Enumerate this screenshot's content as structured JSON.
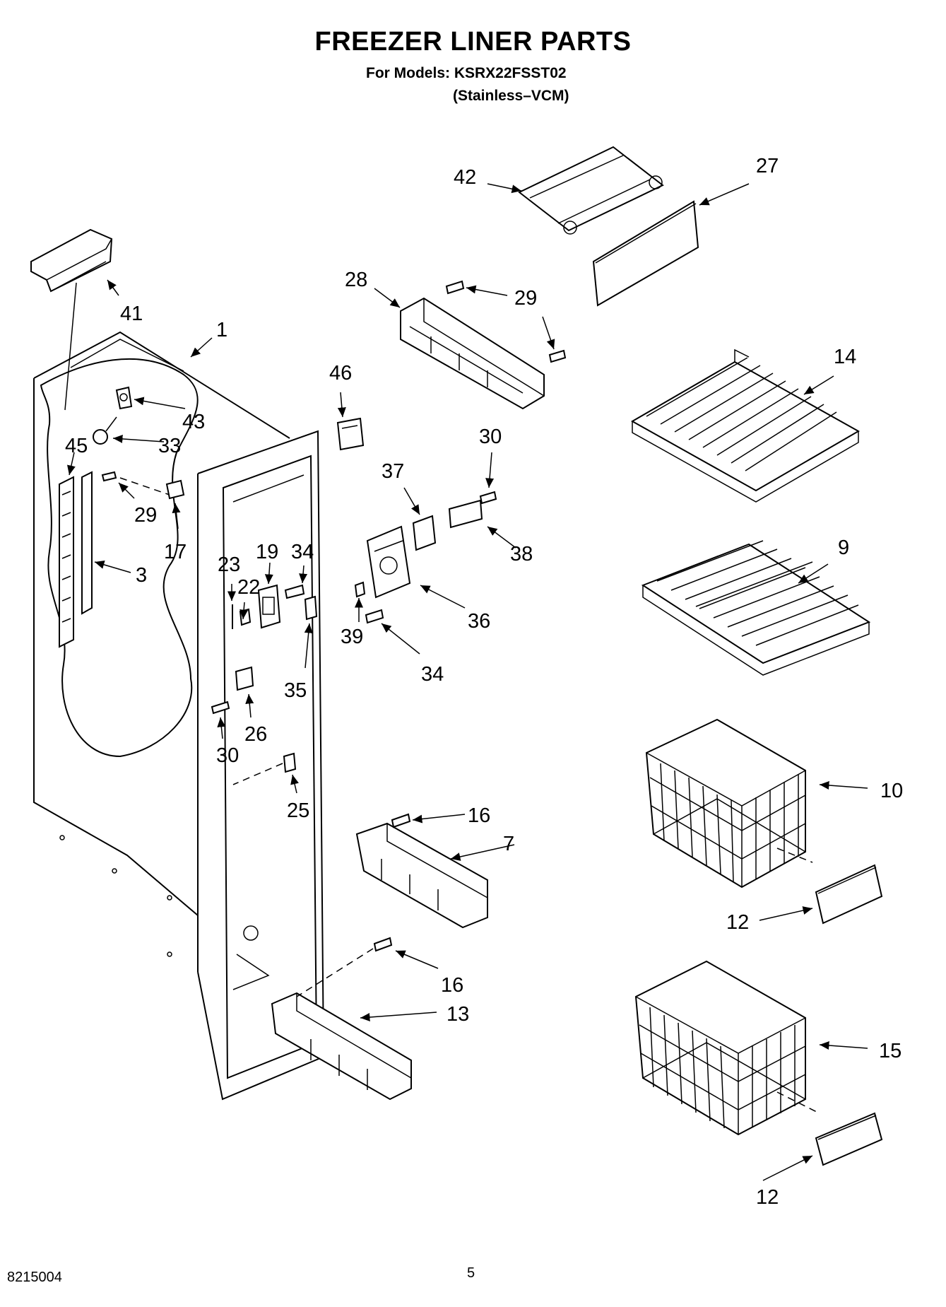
{
  "header": {
    "title": "FREEZER LINER PARTS",
    "models": "For Models: KSRX22FSST02",
    "variant": "(Stainless–VCM)"
  },
  "footer": {
    "doc_number": "8215004",
    "page_number": "5"
  },
  "callouts": [
    {
      "id": "c41",
      "label": "41"
    },
    {
      "id": "c1",
      "label": "1"
    },
    {
      "id": "c43",
      "label": "43"
    },
    {
      "id": "c45",
      "label": "45"
    },
    {
      "id": "c33",
      "label": "33"
    },
    {
      "id": "c29a",
      "label": "29"
    },
    {
      "id": "c17",
      "label": "17"
    },
    {
      "id": "c3",
      "label": "3"
    },
    {
      "id": "c23",
      "label": "23"
    },
    {
      "id": "c19",
      "label": "19"
    },
    {
      "id": "c34a",
      "label": "34"
    },
    {
      "id": "c22",
      "label": "22"
    },
    {
      "id": "c35",
      "label": "35"
    },
    {
      "id": "c26",
      "label": "26"
    },
    {
      "id": "c30a",
      "label": "30"
    },
    {
      "id": "c25",
      "label": "25"
    },
    {
      "id": "c46",
      "label": "46"
    },
    {
      "id": "c42",
      "label": "42"
    },
    {
      "id": "c27",
      "label": "27"
    },
    {
      "id": "c28",
      "label": "28"
    },
    {
      "id": "c29b",
      "label": "29"
    },
    {
      "id": "c30b",
      "label": "30"
    },
    {
      "id": "c37",
      "label": "37"
    },
    {
      "id": "c38",
      "label": "38"
    },
    {
      "id": "c36",
      "label": "36"
    },
    {
      "id": "c39",
      "label": "39"
    },
    {
      "id": "c34b",
      "label": "34"
    },
    {
      "id": "c14",
      "label": "14"
    },
    {
      "id": "c9",
      "label": "9"
    },
    {
      "id": "c10",
      "label": "10"
    },
    {
      "id": "c12a",
      "label": "12"
    },
    {
      "id": "c15",
      "label": "15"
    },
    {
      "id": "c12b",
      "label": "12"
    },
    {
      "id": "c16a",
      "label": "16"
    },
    {
      "id": "c7",
      "label": "7"
    },
    {
      "id": "c16b",
      "label": "16"
    },
    {
      "id": "c13",
      "label": "13"
    }
  ]
}
